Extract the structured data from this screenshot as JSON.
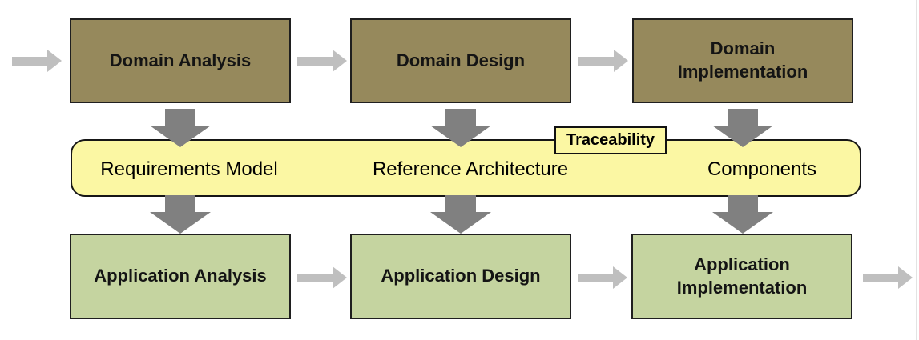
{
  "diagram": {
    "top_row": [
      {
        "label": "Domain Analysis"
      },
      {
        "label": "Domain Design"
      },
      {
        "label": "Domain\nImplementation"
      }
    ],
    "band": {
      "items": [
        {
          "label": "Requirements Model"
        },
        {
          "label": "Reference Architecture"
        },
        {
          "label": "Components"
        }
      ],
      "tag": "Traceability"
    },
    "bottom_row": [
      {
        "label": "Application Analysis"
      },
      {
        "label": "Application Design"
      },
      {
        "label": "Application\nImplementation"
      }
    ],
    "colors": {
      "domain_box_fill": "#96895c",
      "application_box_fill": "#c5d4a0",
      "band_fill": "#fbf7a3",
      "box_border": "#1f1f1f",
      "horizontal_arrow": "#bfbfbf",
      "vertical_arrow": "#808080",
      "page_edge_line": "#e3e3e3"
    }
  }
}
